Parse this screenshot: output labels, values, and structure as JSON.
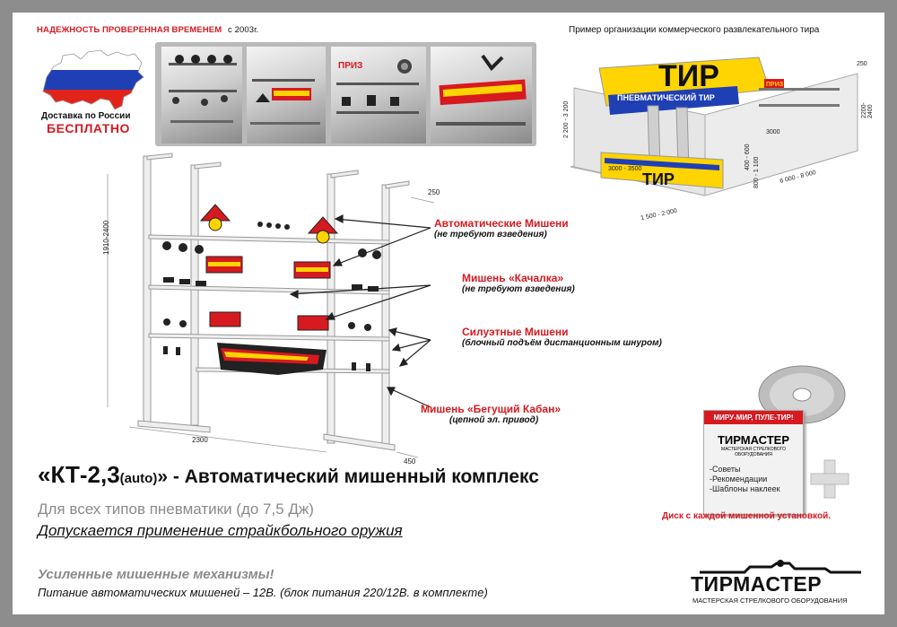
{
  "header": {
    "reliability": "НАДЕЖНОСТЬ ПРОВЕРЕННАЯ ВРЕМЕНЕМ",
    "since": "с 2003г.",
    "example": "Пример организации коммерческого развлекательного тира"
  },
  "delivery": {
    "line1": "Доставка по России",
    "line2": "БЕСПЛАТНО"
  },
  "rack": {
    "height_dim": "1910-2400",
    "width_dim": "2300",
    "depth_top": "250",
    "depth_bottom": "450"
  },
  "callouts": [
    {
      "title": "Автоматические Мишени",
      "sub": "(не требуют взведения)"
    },
    {
      "title": "Мишень «Качалка»",
      "sub": "(не требуют взведения)"
    },
    {
      "title": "Силуэтные Мишени",
      "sub": "(блочный подъём дистанционным шнуром)"
    },
    {
      "title": "Мишень «Бегущий Кабан»",
      "sub": "(цепной эл. привод)"
    }
  ],
  "booth": {
    "sign_small": "ПНЕВМАТИЧЕСКИЙ ТИР",
    "sign_big": "ТИР",
    "prize": "ПРИЗ",
    "dims": [
      "250",
      "2200-2400",
      "2 200 - 3 200",
      "3000",
      "400 - 600",
      "800 - 1 100",
      "3000 - 3500",
      "1 500 - 2 000",
      "6 000 - 8 000"
    ]
  },
  "title": {
    "open_quote": "«",
    "model": "КТ-2,3",
    "auto": "(auto)",
    "rest": "» - Автоматический мишенный комплекс"
  },
  "subtitle": "Для всех типов пневматики (до 7,5 Дж)",
  "airsoft": "Допускается применение страйкбольного оружия",
  "reinforced": "Усиленные мишенные механизмы!",
  "power": "Питание автоматических  мишеней – 12В. (блок питания 220/12В. в комплекте)",
  "dvd": {
    "slogan": "МИРУ-МИР, ПУЛЕ-ТИР!",
    "brand": "ТИРМАСТЕР",
    "brand_sub": "МАСТЕРСКАЯ СТРЕЛКОВОГО ОБОРУДОВАНИЯ",
    "items": [
      "-Советы",
      "-Рекомендации",
      "-Шаблоны наклеек"
    ],
    "caption": "Диск с каждой мишенной установкой."
  },
  "logo": {
    "name": "ТИРМАСТЕР",
    "tagline": "МАСТЕРСКАЯ СТРЕЛКОВОГО ОБОРУДОВАНИЯ"
  },
  "colors": {
    "accent_red": "#d71920",
    "flag_white": "#ffffff",
    "flag_blue": "#1f3fb5",
    "flag_red": "#e2231a",
    "sign_yellow": "#ffd400"
  }
}
